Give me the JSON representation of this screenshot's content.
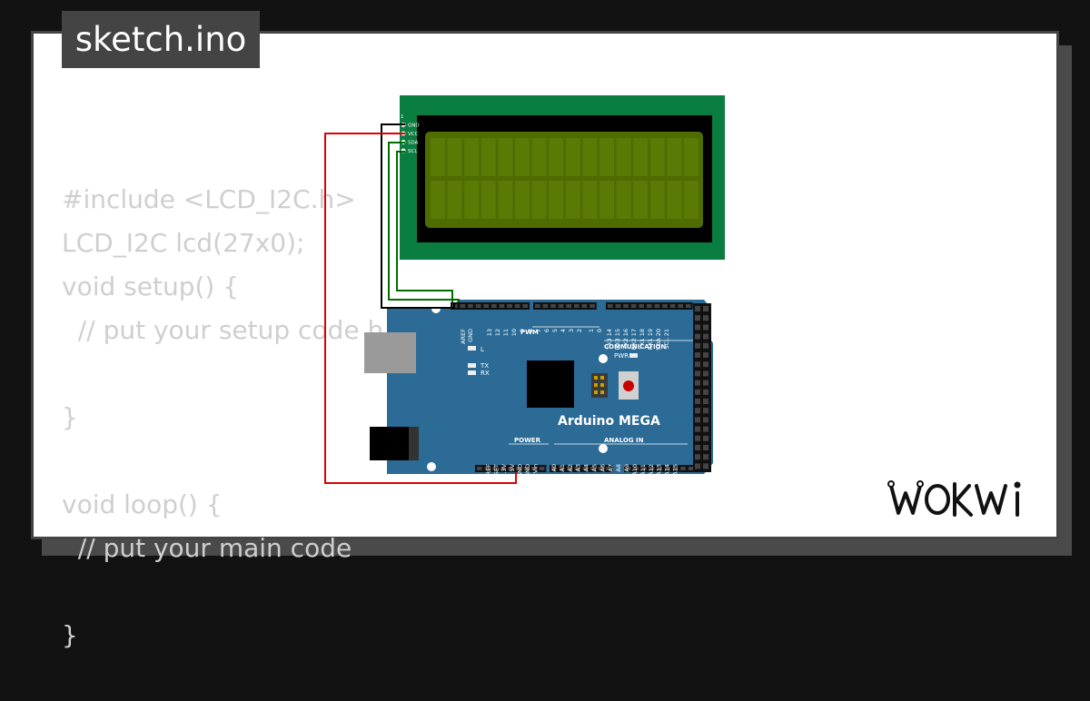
{
  "file_name": "sketch.ino",
  "code_lines": [
    "#include <LCD_I2C.h>",
    "LCD_I2C lcd(27x0);",
    "void setup() {",
    "  // put your setup code h",
    "",
    "}",
    "",
    "void loop() {",
    "  // put your main code",
    "",
    "}"
  ],
  "lcd": {
    "pins": [
      "1",
      "GND",
      "VCC",
      "SDA",
      "SCL"
    ]
  },
  "arduino": {
    "name": "Arduino MEGA",
    "labels": {
      "pwm": "PWM",
      "communication": "COMMUNICATION",
      "power": "POWER",
      "analog_in": "ANALOG IN",
      "led_l": "L",
      "led_tx": "TX",
      "led_rx": "RX",
      "pwr": "PWR"
    },
    "top_header_pins": [
      "AREF",
      "GND",
      "13",
      "12",
      "11",
      "10",
      "9",
      "8",
      "7",
      "6",
      "5",
      "4",
      "3",
      "2",
      "1",
      "0",
      "TX3 14",
      "RX3 15",
      "TX2 16",
      "RX2 17",
      "TX1 18",
      "RX1 19",
      "SDA 20",
      "SCL 21"
    ],
    "tx_rx_pins": [
      "TX",
      "RX"
    ],
    "power_pins": [
      "IOREF",
      "RESET",
      "3.3V",
      "5V",
      "GND",
      "GND",
      "Vin"
    ],
    "analog_pins": [
      "A0",
      "A1",
      "A2",
      "A3",
      "A4",
      "A5",
      "A6",
      "A7",
      "A8",
      "A9",
      "A10",
      "A11",
      "A12",
      "A13",
      "A14",
      "A15"
    ]
  },
  "wire_colors": {
    "gnd": "#000000",
    "vcc": "#e00000",
    "sda": "#006b00",
    "scl": "#006b00"
  },
  "brand_logo": "WOKWI"
}
